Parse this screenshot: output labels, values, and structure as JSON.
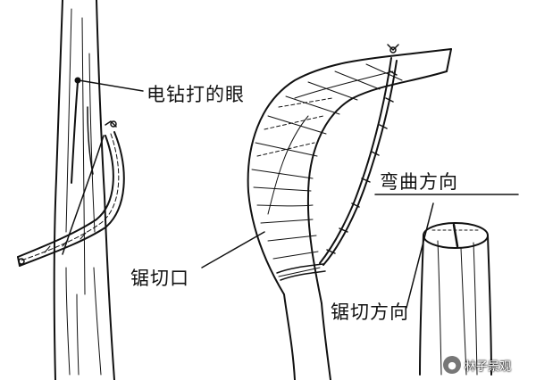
{
  "labels": {
    "drill_hole": "电钻打的眼",
    "saw_cut": "锯切口",
    "bend_direction": "弯曲方向",
    "saw_direction": "锯切方向"
  },
  "watermark": {
    "icon": "wechat-icon",
    "text": "林子景观"
  }
}
